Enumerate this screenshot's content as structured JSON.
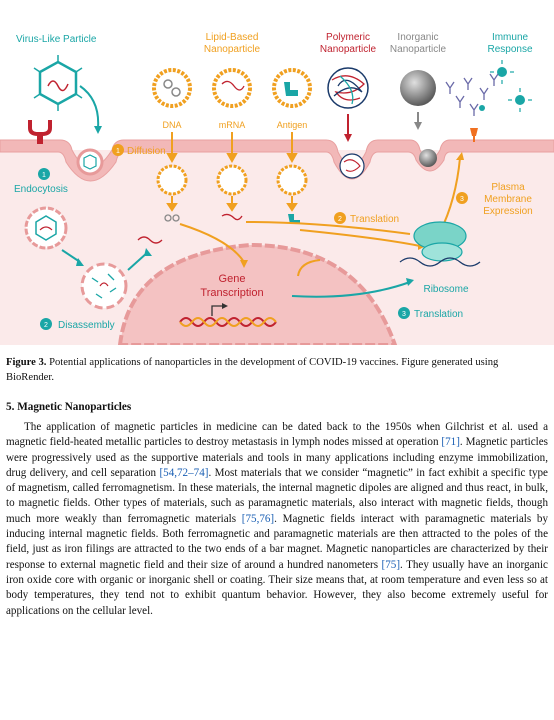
{
  "figure": {
    "labels": {
      "vlp": "Virus-Like Particle",
      "lipid_line1": "Lipid-Based",
      "lipid_line2": "Nanoparticle",
      "polymeric_line1": "Polymeric",
      "polymeric_line2": "Nanoparticle",
      "inorganic_line1": "Inorganic",
      "inorganic_line2": "Nanoparticle",
      "immune_line1": "Immune",
      "immune_line2": "Response",
      "dna": "DNA",
      "mrna": "mRNA",
      "antigen": "Antigen",
      "diffusion": "Diffusion",
      "endocytosis": "Endocytosis",
      "disassembly": "Disassembly",
      "gene_line1": "Gene",
      "gene_line2": "Transcription",
      "translation_upper": "Translation",
      "translation_lower": "Translation",
      "ribosome": "Ribosome",
      "plasma_line1": "Plasma",
      "plasma_line2": "Membrane",
      "plasma_line3": "Expression"
    },
    "steps": {
      "diffusion": "1",
      "endocytosis": "1",
      "disassembly": "2",
      "translation_upper": "2",
      "translation_lower": "3",
      "plasma": "3"
    },
    "colors": {
      "teal": "#1aa6a6",
      "orange": "#f0a020",
      "red": "#c0222f",
      "membrane": "#f2b8b8",
      "cytoplasm": "#fbeaea",
      "nucleus": "#f4c2c2",
      "gray": "#888888"
    }
  },
  "caption": {
    "label": "Figure 3.",
    "text": " Potential applications of nanoparticles in the development of COVID-19 vaccines. Figure generated using BioRender."
  },
  "section": {
    "heading": "5. Magnetic Nanoparticles"
  },
  "body": {
    "s1": "The application of magnetic particles in medicine can be dated back to the 1950s when Gilchrist et al. used a magnetic field-heated metallic particles to destroy metastasis in lymph nodes missed at operation ",
    "c1": "[71]",
    "s2": ". Magnetic particles were progressively used as the supportive materials and tools in many applications including enzyme immobilization, drug delivery, and cell separation ",
    "c2": "[54,72–74]",
    "s3": ". Most materials that we consider “magnetic” in fact exhibit a specific type of magnetism, called ferromagnetism. In these materials, the internal magnetic dipoles are aligned and thus react, in bulk, to magnetic fields. Other types of materials, such as paramagnetic materials, also interact with magnetic fields, though much more weakly than ferromagnetic materials ",
    "c3": "[75,76]",
    "s4": ". Magnetic fields interact with paramagnetic materials by inducing internal magnetic fields. Both ferromagnetic and paramagnetic materials are then attracted to the poles of the field, just as iron filings are attracted to the two ends of a bar magnet. Magnetic nanoparticles are characterized by their response to external magnetic field and their size of around a hundred nanometers ",
    "c4": "[75]",
    "s5": ". They usually have an inorganic iron oxide core with organic or inorganic shell or coating. Their size means that, at room temperature and even less so at body temperatures, they tend not to exhibit quantum behavior. However, they also become extremely useful for applications on the cellular level."
  }
}
